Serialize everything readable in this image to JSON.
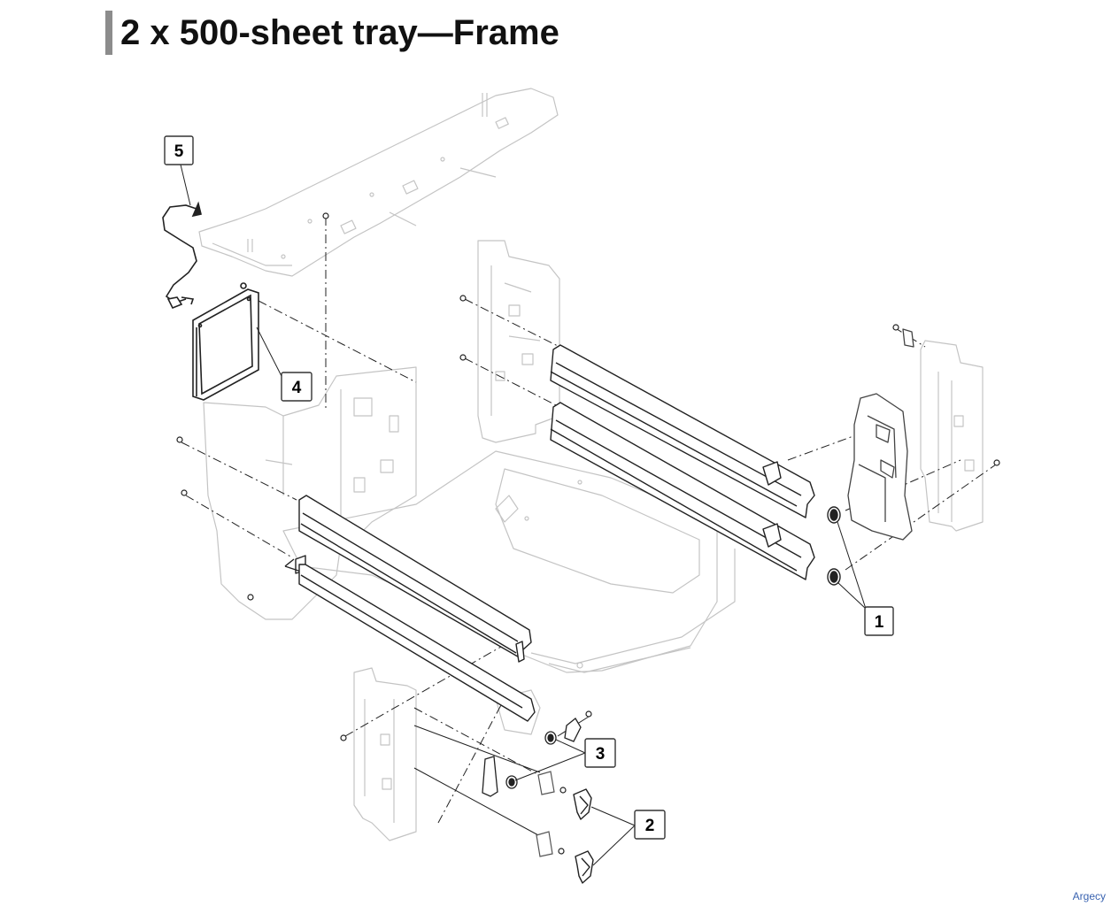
{
  "header": {
    "title": "2 x 500-sheet tray—Frame"
  },
  "callouts": [
    "1",
    "2",
    "3",
    "4",
    "5"
  ],
  "colors": {
    "ghost": "#c4c4c4",
    "part": "#222222",
    "title_bar": "#8c8c8c",
    "watermark": "#3a63b0"
  },
  "watermark": "Argecy"
}
